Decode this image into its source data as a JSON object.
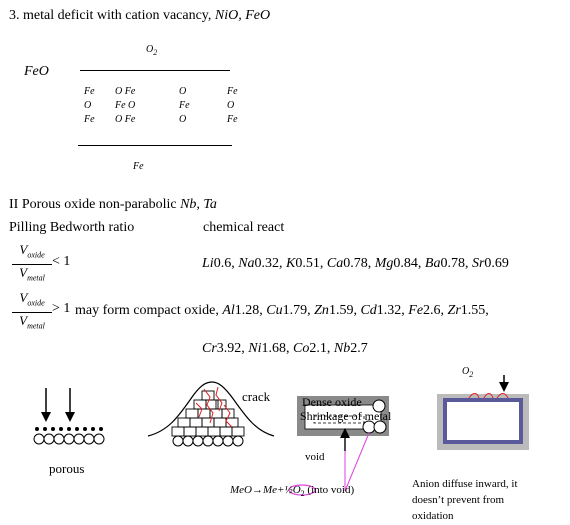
{
  "heading": {
    "prefix": "3. metal deficit with cation vacancy, ",
    "species": "NiO, FeO"
  },
  "lattice": {
    "top_label_main": "O",
    "top_label_sub": "2",
    "left_label": "FeO",
    "bottom_label": "Fe",
    "rows": [
      [
        "Fe",
        "O Fe",
        "O",
        "Fe"
      ],
      [
        "O",
        "Fe O",
        "Fe",
        "O"
      ],
      [
        "Fe",
        "O Fe",
        "O",
        "Fe"
      ]
    ]
  },
  "section2": {
    "title_prefix": "II Porous oxide non-parabolic ",
    "title_species": "Nb, Ta",
    "ratio_label": "Pilling Bedworth ratio",
    "chemical_label": "chemical react"
  },
  "formula": {
    "num_main": "V",
    "num_sub": "oxide",
    "den_main": "V",
    "den_sub": "metal",
    "less_rel": "< 1",
    "greater_rel": "> 1",
    "less_values": [
      {
        "el": "Li",
        "v": "0.6"
      },
      {
        "el": "Na",
        "v": "0.32"
      },
      {
        "el": "K",
        "v": "0.51"
      },
      {
        "el": "Ca",
        "v": "0.78"
      },
      {
        "el": "Mg",
        "v": "0.84"
      },
      {
        "el": "Ba",
        "v": "0.78"
      },
      {
        "el": "Sr",
        "v": "0.69"
      }
    ],
    "greater_text": "may form compact oxide, ",
    "greater_values": [
      {
        "el": "Al",
        "v": "1.28"
      },
      {
        "el": "Cu",
        "v": "1.79"
      },
      {
        "el": "Zn",
        "v": "1.59"
      },
      {
        "el": "Cd",
        "v": "1.32"
      },
      {
        "el": "Fe",
        "v": "2.6"
      },
      {
        "el": "Zr",
        "v": "1.55"
      }
    ],
    "greater_values_line2": [
      {
        "el": "Cr",
        "v": "3.92"
      },
      {
        "el": "Ni",
        "v": "1.68"
      },
      {
        "el": "Co",
        "v": "2.1"
      },
      {
        "el": "Nb",
        "v": "2.7"
      }
    ]
  },
  "figures": {
    "porous_label": "porous",
    "crack_label": "crack",
    "dense_label": "Dense oxide",
    "shrinkage_label": "Shrinkage of metal",
    "void_label": "void",
    "reaction": "MeO→Me+½O",
    "reaction_sub": "2",
    "reaction_tail": " (into void)",
    "o2_main": "O",
    "o2_sub": "2",
    "anion_line1": "Anion diffuse inward, it",
    "anion_line2": "doesn’t prevent from",
    "anion_line3": "oxidation"
  },
  "colors": {
    "crack_red": "#e02020",
    "magenta": "#e040e0",
    "purple_frame": "#5a5a9a",
    "gray_frame": "#bbbbbb",
    "dark_gray": "#8a8a8a"
  }
}
